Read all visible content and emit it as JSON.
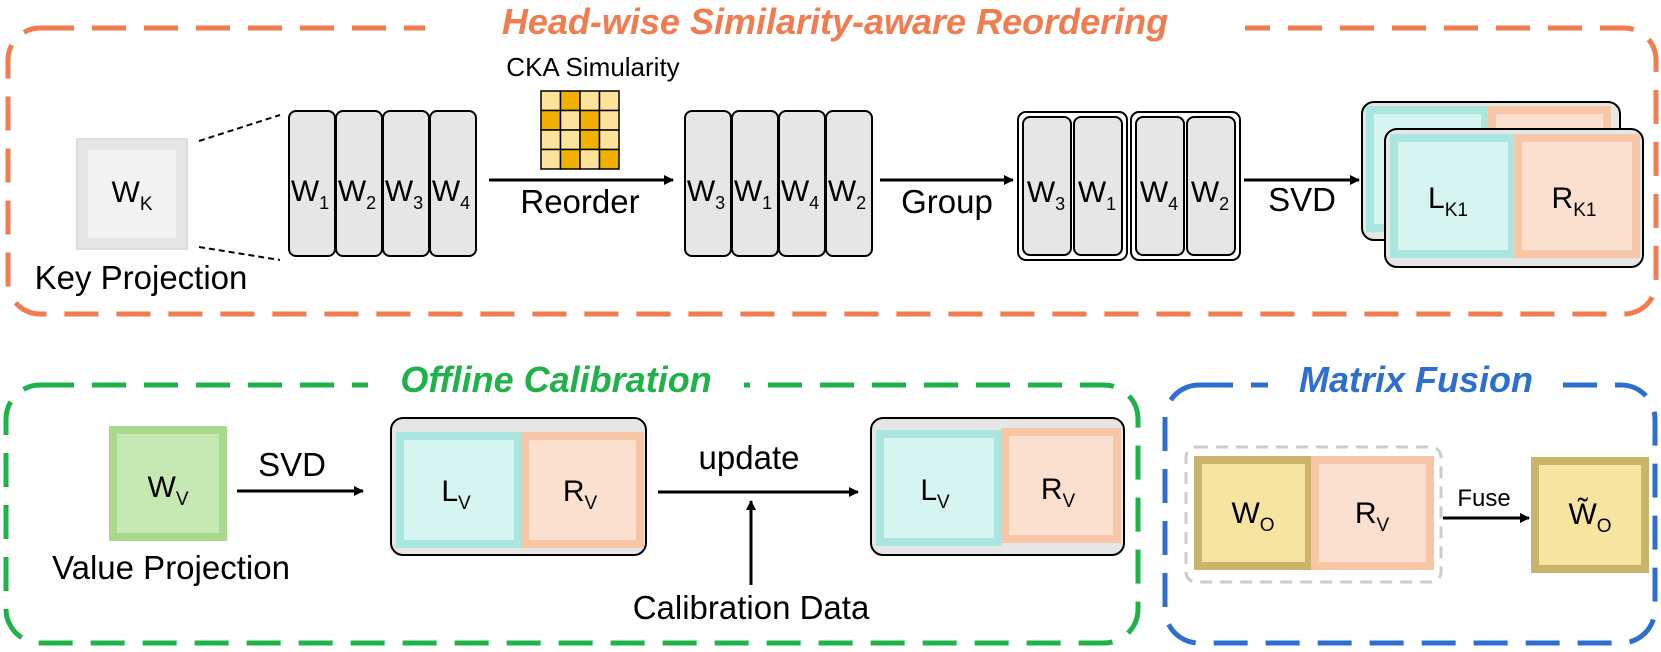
{
  "colors": {
    "reorder": "#f27b50",
    "calibration": "#1db349",
    "fusion": "#2c6fd1",
    "weight_block": "#e6e6e6",
    "teal": "#a8e6df",
    "peach": "#f6c6a6",
    "green": "#a9d98d",
    "gold": "#c9b46a",
    "gold_fill": "#f7e4a0",
    "heat_dark": "#f2b000",
    "heat_light": "#fde39a"
  },
  "sections": {
    "reorder": {
      "title": "Head-wise Similarity-aware Reordering",
      "wk": {
        "main": "W",
        "sub": "K"
      },
      "key_projection": "Key Projection",
      "cka": "CKA Simularity",
      "reorder_label": "Reorder",
      "group_label": "Group",
      "svd_label": "SVD",
      "blocks_original": [
        {
          "main": "W",
          "sub": "1"
        },
        {
          "main": "W",
          "sub": "2"
        },
        {
          "main": "W",
          "sub": "3"
        },
        {
          "main": "W",
          "sub": "4"
        }
      ],
      "blocks_reordered": [
        {
          "main": "W",
          "sub": "3"
        },
        {
          "main": "W",
          "sub": "1"
        },
        {
          "main": "W",
          "sub": "4"
        },
        {
          "main": "W",
          "sub": "2"
        }
      ],
      "lk": {
        "main": "L",
        "sub": "K1"
      },
      "rk": {
        "main": "R",
        "sub": "K1"
      }
    },
    "calibration": {
      "title": "Offline Calibration",
      "wv": {
        "main": "W",
        "sub": "V"
      },
      "value_projection": "Value Projection",
      "svd_label": "SVD",
      "update_label": "update",
      "calibration_data": "Calibration Data",
      "lv": {
        "main": "L",
        "sub": "V"
      },
      "rv": {
        "main": "R",
        "sub": "V"
      }
    },
    "fusion": {
      "title": "Matrix Fusion",
      "wo": {
        "main": "W",
        "sub": "O"
      },
      "rv": {
        "main": "R",
        "sub": "V"
      },
      "fuse_label": "Fuse",
      "wo_tilde": {
        "main": "W̃",
        "sub": "O"
      }
    }
  }
}
